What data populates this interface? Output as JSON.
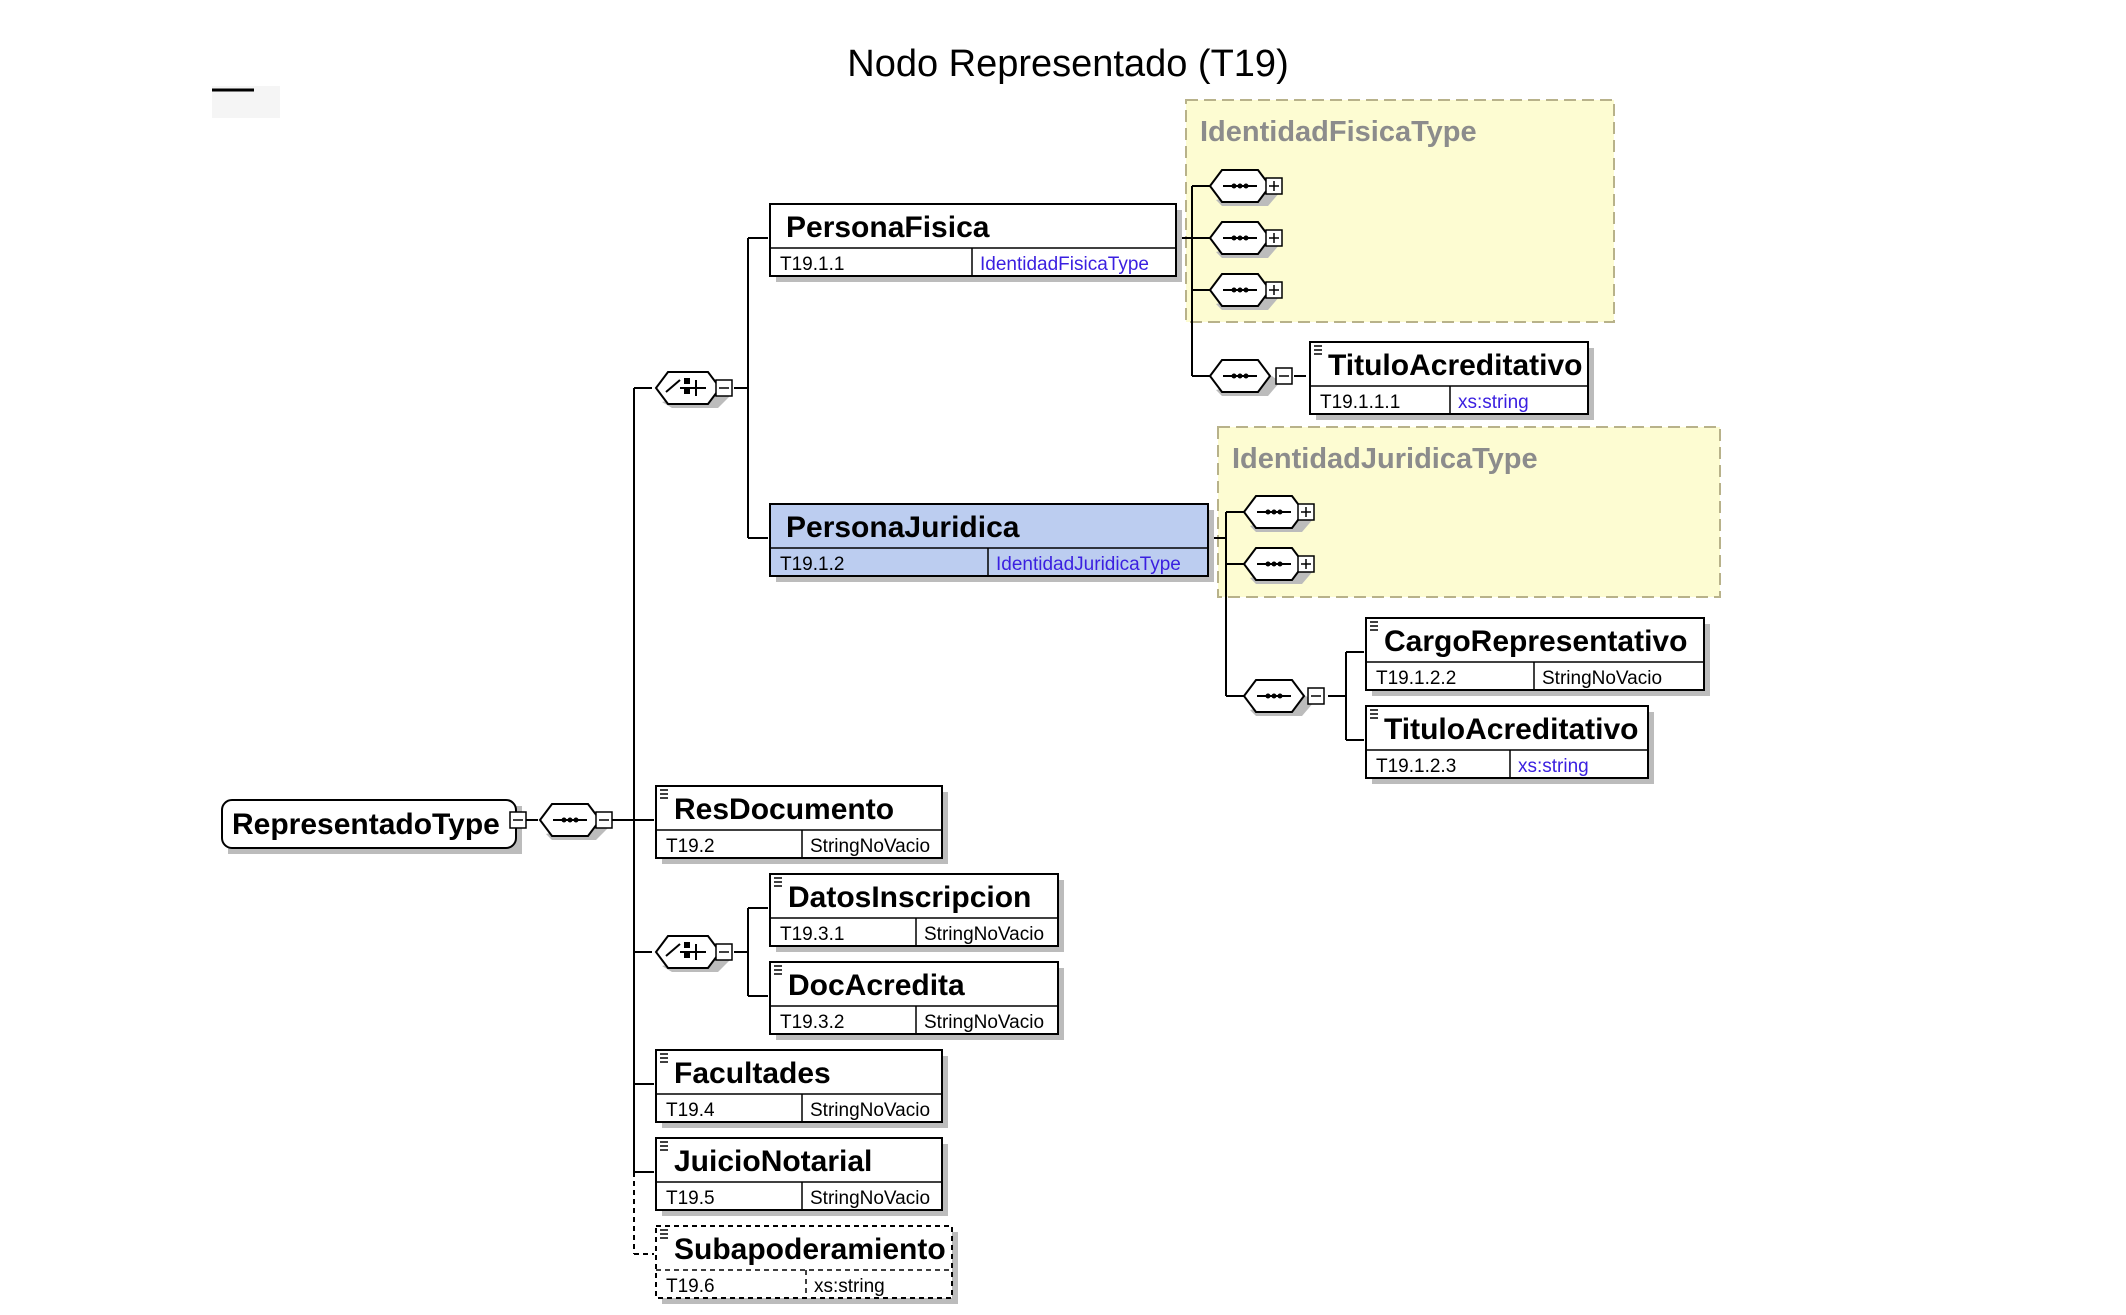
{
  "title": "Nodo Representado (T19)",
  "root": {
    "name": "RepresentadoType"
  },
  "type_groups": {
    "fisica": "IdentidadFisicaType",
    "juridica": "IdentidadJuridicaType"
  },
  "elements": {
    "persona_fisica": {
      "name": "PersonaFisica",
      "id": "T19.1.1",
      "type": "IdentidadFisicaType"
    },
    "titulo_fisica": {
      "name": "TituloAcreditativo",
      "id": "T19.1.1.1",
      "type": "xs:string"
    },
    "persona_juridica": {
      "name": "PersonaJuridica",
      "id": "T19.1.2",
      "type": "IdentidadJuridicaType"
    },
    "cargo": {
      "name": "CargoRepresentativo",
      "id": "T19.1.2.2",
      "type": "StringNoVacio"
    },
    "titulo_juridica": {
      "name": "TituloAcreditativo",
      "id": "T19.1.2.3",
      "type": "xs:string"
    },
    "res_documento": {
      "name": "ResDocumento",
      "id": "T19.2",
      "type": "StringNoVacio"
    },
    "datos_inscripcion": {
      "name": "DatosInscripcion",
      "id": "T19.3.1",
      "type": "StringNoVacio"
    },
    "doc_acredita": {
      "name": "DocAcredita",
      "id": "T19.3.2",
      "type": "StringNoVacio"
    },
    "facultades": {
      "name": "Facultades",
      "id": "T19.4",
      "type": "StringNoVacio"
    },
    "juicio_notarial": {
      "name": "JuicioNotarial",
      "id": "T19.5",
      "type": "StringNoVacio"
    },
    "subapoderamiento": {
      "name": "Subapoderamiento",
      "id": "T19.6",
      "type": "xs:string"
    }
  },
  "colors": {
    "selected_fill": "#bccdf0",
    "type_group_fill": "#fdfcd2",
    "type_group_border": "#b8b28a",
    "type_link": "#3a1fe0",
    "type_label": "#8c8c8c"
  }
}
